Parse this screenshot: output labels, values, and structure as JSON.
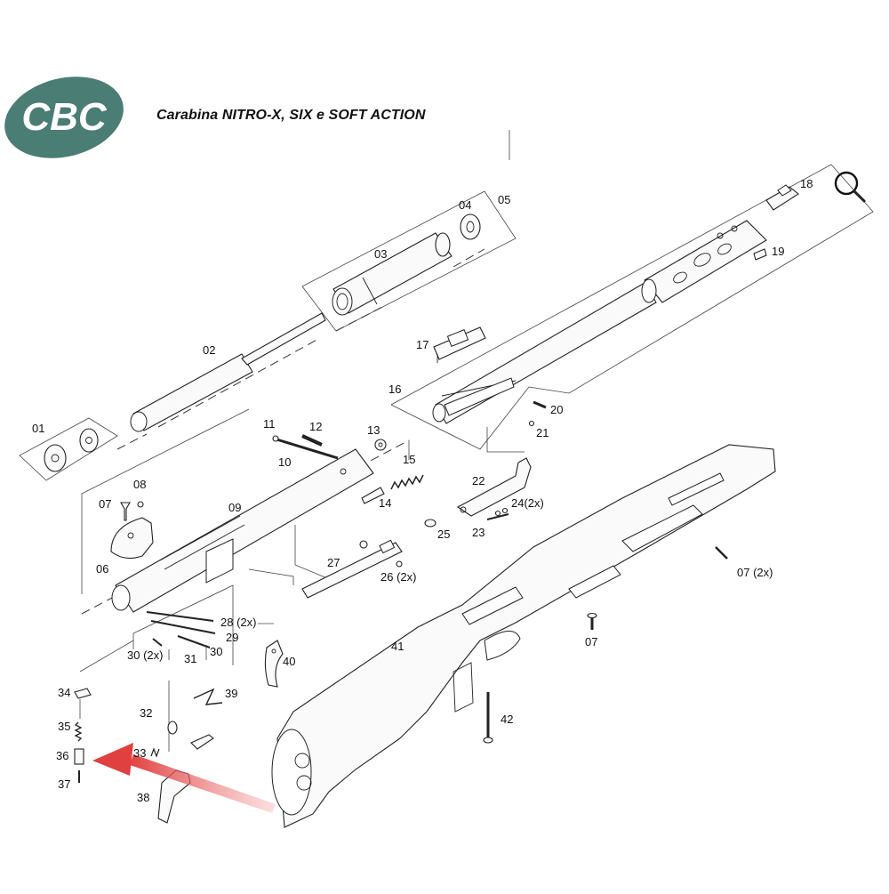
{
  "header": {
    "logo_text": "CBC",
    "title": "Carabina NITRO-X, SIX e SOFT ACTION"
  },
  "colors": {
    "logo": "#4a7d73",
    "arrow": "#e04040",
    "line": "#222222"
  },
  "icons": {
    "zoom": "magnifier-icon"
  },
  "parts": {
    "p01": "01",
    "p02": "02",
    "p03": "03",
    "p04": "04",
    "p05": "05",
    "p06": "06",
    "p07a": "07",
    "p07b": "07 (2x)",
    "p07c": "07",
    "p08": "08",
    "p09": "09",
    "p10": "10",
    "p11": "11",
    "p12": "12",
    "p13": "13",
    "p14": "14",
    "p15": "15",
    "p16": "16",
    "p17": "17",
    "p18": "18",
    "p19": "19",
    "p20": "20",
    "p21": "21",
    "p22": "22",
    "p23": "23",
    "p24": "24(2x)",
    "p25": "25",
    "p26": "26 (2x)",
    "p27": "27",
    "p28": "28 (2x)",
    "p29": "29",
    "p30a": "30 (2x)",
    "p30b": "30",
    "p31": "31",
    "p32": "32",
    "p33": "33",
    "p34": "34",
    "p35": "35",
    "p36": "36",
    "p37": "37",
    "p38": "38",
    "p39": "39",
    "p40": "40",
    "p41": "41",
    "p42": "42"
  }
}
